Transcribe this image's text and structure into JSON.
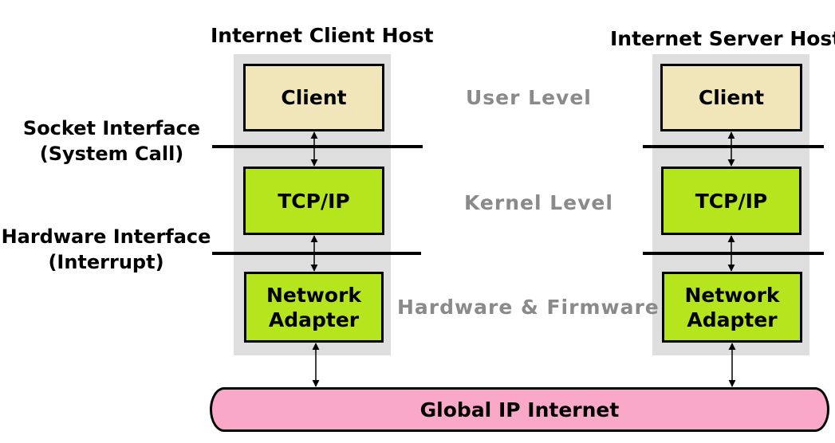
{
  "client_host": {
    "title": "Internet Client Host",
    "client_label": "Client",
    "tcpip_label": "TCP/IP",
    "adapter_label_1": "Network",
    "adapter_label_2": "Adapter"
  },
  "server_host": {
    "title": "Internet Server Host",
    "client_label": "Client",
    "tcpip_label": "TCP/IP",
    "adapter_label_1": "Network",
    "adapter_label_2": "Adapter"
  },
  "levels": {
    "user": "User Level",
    "kernel": "Kernel Level",
    "hardware": "Hardware & Firmware"
  },
  "interfaces": {
    "socket_line1": "Socket Interface",
    "socket_line2": "(System Call)",
    "hardware_line1": "Hardware Interface",
    "hardware_line2": "(Interrupt)"
  },
  "internet_label": "Global IP Internet",
  "colors": {
    "client_box": "#f1e6b9",
    "tcpip_box": "#b5e61d",
    "adapter_box": "#b5e61d",
    "internet": "#f9a8c8",
    "host_shading": "#dedede",
    "level_text": "#8a8a8a"
  }
}
